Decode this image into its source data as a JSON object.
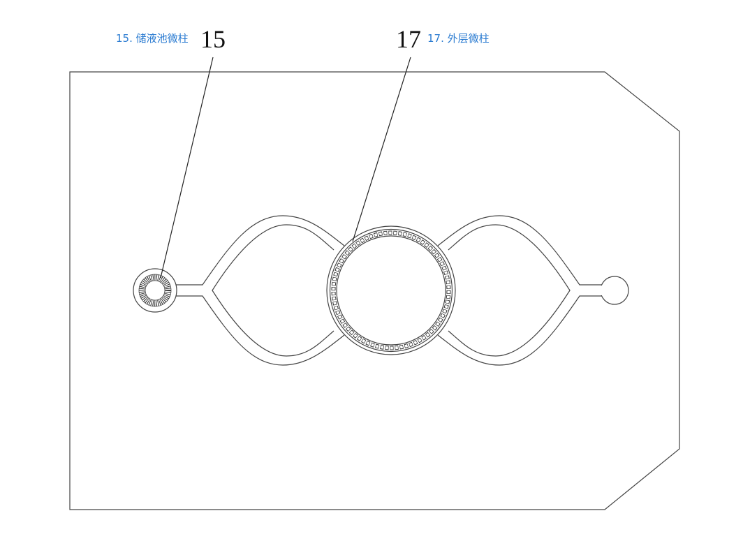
{
  "labels": [
    {
      "number": "15",
      "caption": "15. 储液池微柱"
    },
    {
      "number": "17",
      "caption": "17. 外层微柱"
    }
  ],
  "colors": {
    "caption": "#2a7bd1",
    "line": "#333333"
  }
}
